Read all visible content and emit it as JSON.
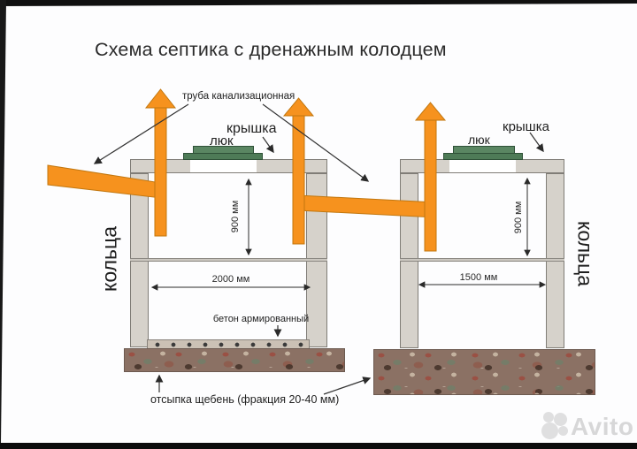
{
  "title": "Схема септика с дренажным колодцем",
  "annotations": {
    "sewer_pipe": "труба канализационная",
    "reinforced_concrete": "бетон армированный",
    "gravel_fill": "отсыпка щебень (фракция 20-40 мм)"
  },
  "tank1": {
    "cover_label": "крышка",
    "hatch_label": "люк",
    "rings_label": "кольца",
    "inner_height": "900 мм",
    "inner_width": "2000 мм"
  },
  "tank2": {
    "cover_label": "крышка",
    "hatch_label": "люк",
    "rings_label": "кольца",
    "inner_height": "900 мм",
    "inner_width": "1500 мм"
  },
  "watermark": {
    "brand": "Avito"
  },
  "colors": {
    "pipe_orange": "#F6921E",
    "structure_gray": "#D6D2CB",
    "hatch_green": "#4E7B57",
    "slab_tan": "#CBC1B5",
    "gravel_brown": "#8B7164",
    "ink": "#2A2A2A"
  }
}
